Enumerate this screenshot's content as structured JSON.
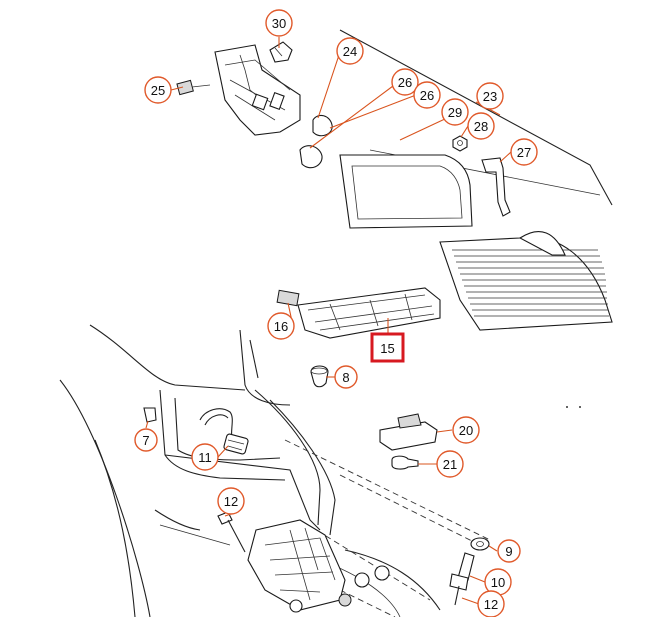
{
  "diagram": {
    "callouts": [
      {
        "id": "c30",
        "label": "30"
      },
      {
        "id": "c24",
        "label": "24"
      },
      {
        "id": "c25",
        "label": "25"
      },
      {
        "id": "c26a",
        "label": "26"
      },
      {
        "id": "c26b",
        "label": "26"
      },
      {
        "id": "c23",
        "label": "23"
      },
      {
        "id": "c29",
        "label": "29"
      },
      {
        "id": "c28",
        "label": "28"
      },
      {
        "id": "c27",
        "label": "27"
      },
      {
        "id": "c16",
        "label": "16"
      },
      {
        "id": "c8",
        "label": "8"
      },
      {
        "id": "c7",
        "label": "7"
      },
      {
        "id": "c11",
        "label": "11"
      },
      {
        "id": "c20",
        "label": "20"
      },
      {
        "id": "c21",
        "label": "21"
      },
      {
        "id": "c12a",
        "label": "12"
      },
      {
        "id": "c9",
        "label": "9"
      },
      {
        "id": "c10",
        "label": "10"
      },
      {
        "id": "c12b",
        "label": "12"
      }
    ],
    "highlighted": {
      "label": "15"
    },
    "colors": {
      "callout_ring": "#e0592a",
      "highlight_box": "#d71920",
      "line_art": "#1a1a1a"
    }
  }
}
